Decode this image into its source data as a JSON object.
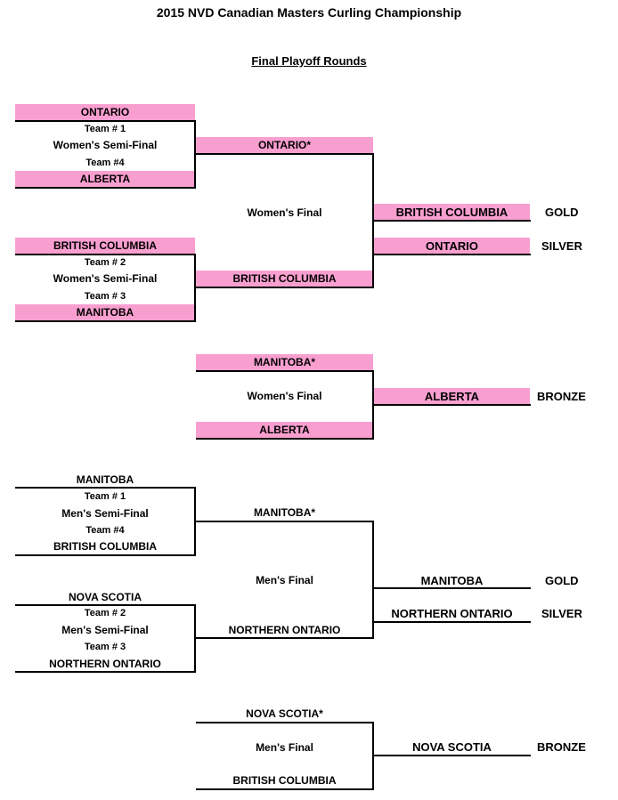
{
  "title": "2015 NVD Canadian Masters Curling Championship",
  "subtitle": "Final Playoff Rounds",
  "women": {
    "sf1": {
      "team_a": "ONTARIO",
      "seed_a": "Team # 1",
      "label": "Women's Semi-Final",
      "seed_b": "Team #4",
      "team_b": "ALBERTA"
    },
    "sf2": {
      "team_a": "BRITISH COLUMBIA",
      "seed_a": "Team # 2",
      "label": "Women's Semi-Final",
      "seed_b": "Team # 3",
      "team_b": "MANITOBA"
    },
    "final": {
      "team_a": "ONTARIO*",
      "label": "Women's Final",
      "team_b": "BRITISH COLUMBIA"
    },
    "gold": {
      "team": "BRITISH COLUMBIA",
      "medal": "GOLD"
    },
    "silver": {
      "team": "ONTARIO",
      "medal": "SILVER"
    },
    "bronze_game": {
      "team_a": "MANITOBA*",
      "label": "Women's Final",
      "team_b": "ALBERTA"
    },
    "bronze": {
      "team": "ALBERTA",
      "medal": "BRONZE"
    }
  },
  "men": {
    "sf1": {
      "team_a": "MANITOBA",
      "seed_a": "Team # 1",
      "label": "Men's Semi-Final",
      "seed_b": "Team #4",
      "team_b": "BRITISH COLUMBIA"
    },
    "sf2": {
      "team_a": "NOVA SCOTIA",
      "seed_a": "Team # 2",
      "label": "Men's Semi-Final",
      "seed_b": "Team # 3",
      "team_b": "NORTHERN ONTARIO"
    },
    "final": {
      "team_a": "MANITOBA*",
      "label": "Men's Final",
      "team_b": "NORTHERN ONTARIO"
    },
    "gold": {
      "team": "MANITOBA",
      "medal": "GOLD"
    },
    "silver": {
      "team": "NORTHERN ONTARIO",
      "medal": "SILVER"
    },
    "bronze_game": {
      "team_a": "NOVA SCOTIA*",
      "label": "Men's Final",
      "team_b": "BRITISH COLUMBIA"
    },
    "bronze": {
      "team": "NOVA SCOTIA",
      "medal": "BRONZE"
    }
  },
  "colors": {
    "highlight": "#f99fd0",
    "line": "#000000"
  }
}
